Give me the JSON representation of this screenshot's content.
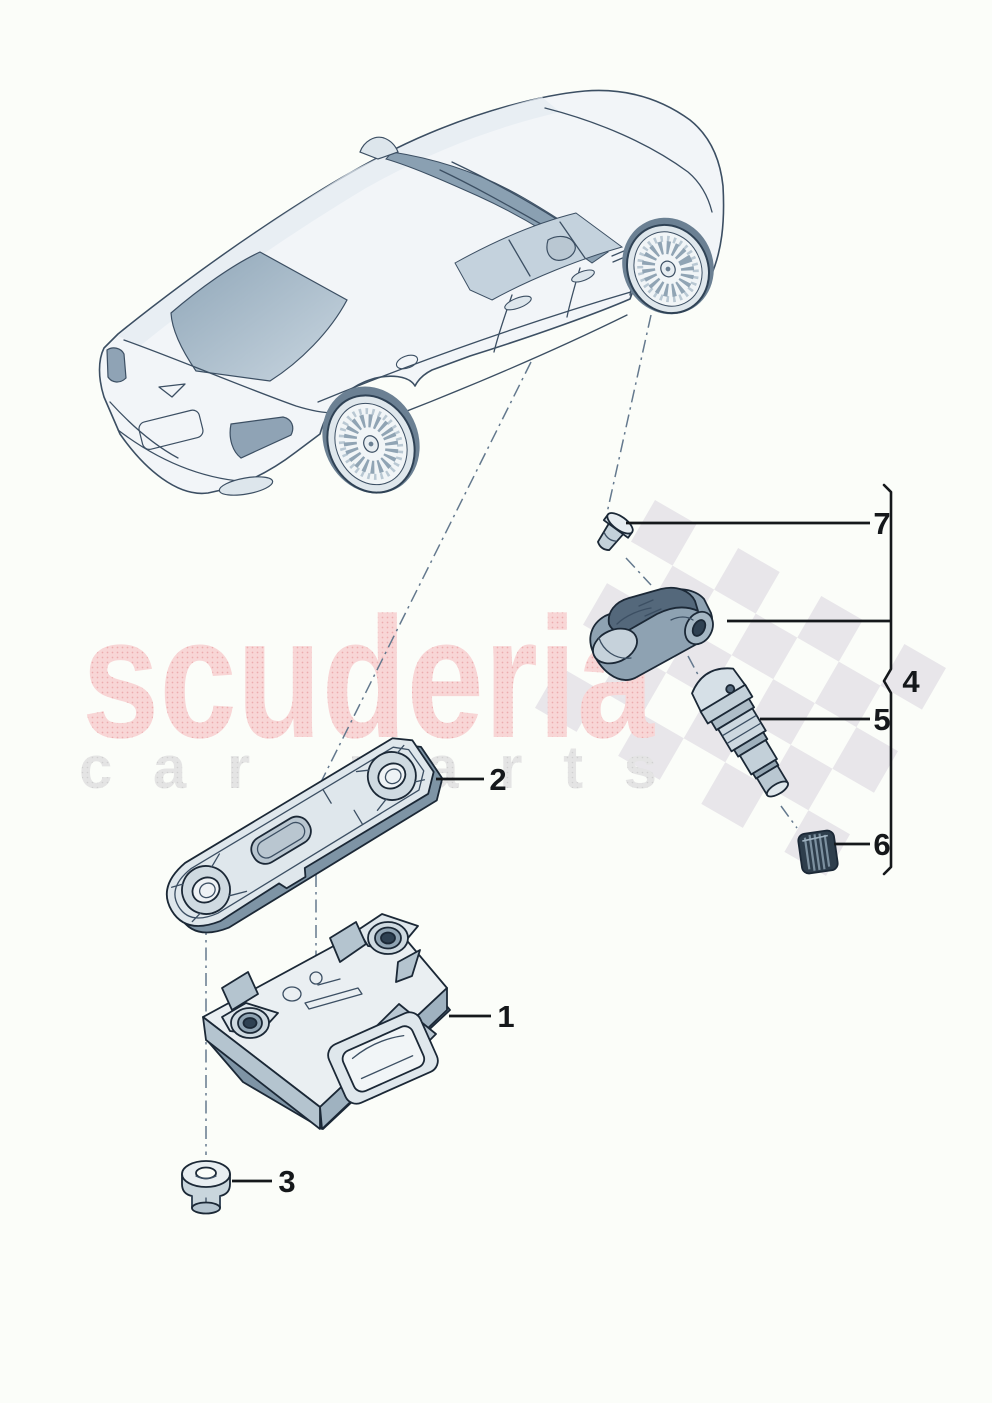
{
  "watermark": {
    "brand": "scuderia",
    "tagline": "car parts",
    "brand_color": "#f8d6d6",
    "brand_dot_color": "#ecacae",
    "tagline_color": "#e4e4e4",
    "tagline_dot_color": "#d0d0d0",
    "flag_color": "#e8e6ea"
  },
  "callouts": {
    "item1": {
      "label": "1"
    },
    "item2": {
      "label": "2"
    },
    "item3": {
      "label": "3"
    },
    "item4": {
      "label": "4"
    },
    "item5": {
      "label": "5"
    },
    "item6": {
      "label": "6"
    },
    "item7": {
      "label": "7"
    }
  },
  "colors": {
    "background": "#fbfdf9",
    "callout_text": "#15181b",
    "leader_line": "#15181b",
    "exploded_axis": "#64798e",
    "car_line": "#3c4f63",
    "car_body": "#f2f5f8",
    "glass_dark": "#8aa0b2",
    "glass_light": "#c4d2dd",
    "part_light": "#e3eaef",
    "part_mid": "#b9c7d2",
    "part_dark": "#7e94a5",
    "sensor_dark": "#54687b"
  }
}
